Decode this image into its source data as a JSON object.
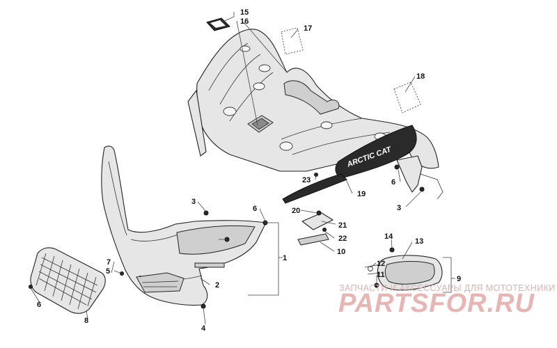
{
  "callouts": [
    {
      "label": "1"
    },
    {
      "label": "2"
    },
    {
      "label": "3"
    },
    {
      "label": "3"
    },
    {
      "label": "4"
    },
    {
      "label": "5"
    },
    {
      "label": "6"
    },
    {
      "label": "6"
    },
    {
      "label": "6"
    },
    {
      "label": "7"
    },
    {
      "label": "8"
    },
    {
      "label": "9"
    },
    {
      "label": "10"
    },
    {
      "label": "11"
    },
    {
      "label": "12"
    },
    {
      "label": "13"
    },
    {
      "label": "14"
    },
    {
      "label": "15"
    },
    {
      "label": "16"
    },
    {
      "label": "17"
    },
    {
      "label": "18"
    },
    {
      "label": "19"
    },
    {
      "label": "20"
    },
    {
      "label": "21"
    },
    {
      "label": "22"
    },
    {
      "label": "23"
    }
  ],
  "decal_text": "ARCTIC CAT",
  "watermark": {
    "subtitle": "ЗАПЧАСТИ И АКСЕССУАРЫ ДЛЯ МОТОТЕХНИКИ",
    "brand": "PARTSFOR.RU",
    "color": "#d67878"
  }
}
